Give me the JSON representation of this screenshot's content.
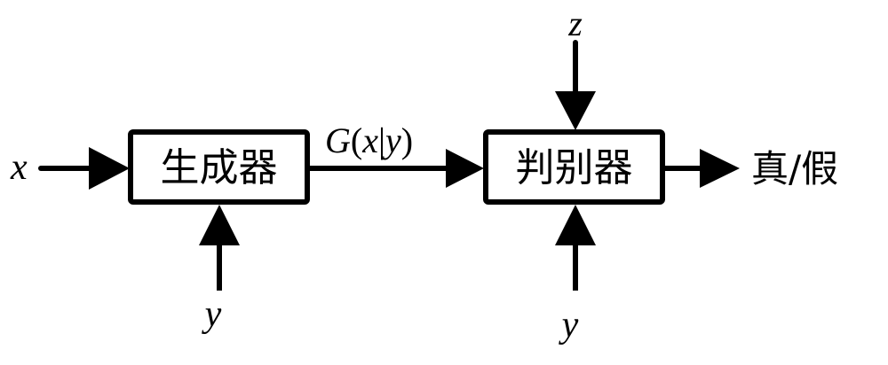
{
  "diagram": {
    "title": "Conditional GAN block diagram",
    "colors": {
      "stroke": "#000000",
      "background": "#ffffff"
    },
    "nodes": {
      "generator": {
        "label": "生成器"
      },
      "discriminator": {
        "label": "判别器"
      }
    },
    "inputs": {
      "x": "x",
      "generator_condition": "y",
      "discriminator_noise": "z",
      "discriminator_condition": "y"
    },
    "edges": {
      "generator_output_label": {
        "func": "G",
        "open": "(",
        "arg1": "x",
        "bar": "|",
        "arg2": "y",
        "close": ")"
      }
    },
    "output": {
      "label_real": "真",
      "separator": "/",
      "label_fake": "假"
    }
  }
}
